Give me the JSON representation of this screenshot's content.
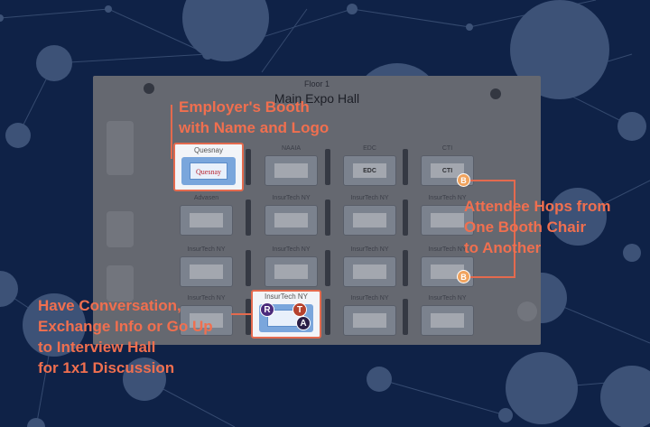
{
  "hall": {
    "floor": "Floor 1",
    "title": "Main Expo Hall"
  },
  "booths": [
    {
      "name": "Quesnay",
      "logo": "Quesnay"
    },
    {
      "name": "NAAIA"
    },
    {
      "name": "EDC",
      "logo": "EDC"
    },
    {
      "name": "CTI",
      "logo": "CTI"
    },
    {
      "name": "Advasen"
    },
    {
      "name": "InsurTech NY"
    },
    {
      "name": "InsurTech NY"
    },
    {
      "name": "InsurTech NY"
    },
    {
      "name": "InsurTech NY"
    },
    {
      "name": "InsurTech NY"
    },
    {
      "name": "InsurTech NY"
    },
    {
      "name": "InsurTech NY"
    },
    {
      "name": "InsurTech NY"
    },
    {
      "name": "InsurTech NY"
    },
    {
      "name": "InsurTech NY"
    },
    {
      "name": "InsurTech NY"
    }
  ],
  "callouts": {
    "employer": [
      "Employer's Booth",
      "with Name and Logo"
    ],
    "attendee": [
      "Attendee Hops from",
      "One Booth Chair",
      "to Another"
    ],
    "conversation": [
      "Have Conversation,",
      "Exchange Info or Go Up",
      "to Interview Hall",
      "for 1x1 Discussion"
    ]
  },
  "badges": {
    "b": "B",
    "r": "R",
    "t": "T",
    "a": "A"
  },
  "colors": {
    "background": "#0f2247",
    "accent": "#f06f4f",
    "badge_b": "#f0a35e",
    "badge_r": "#4b2a7b",
    "badge_t": "#b5422e",
    "badge_a": "#2a1e46"
  }
}
